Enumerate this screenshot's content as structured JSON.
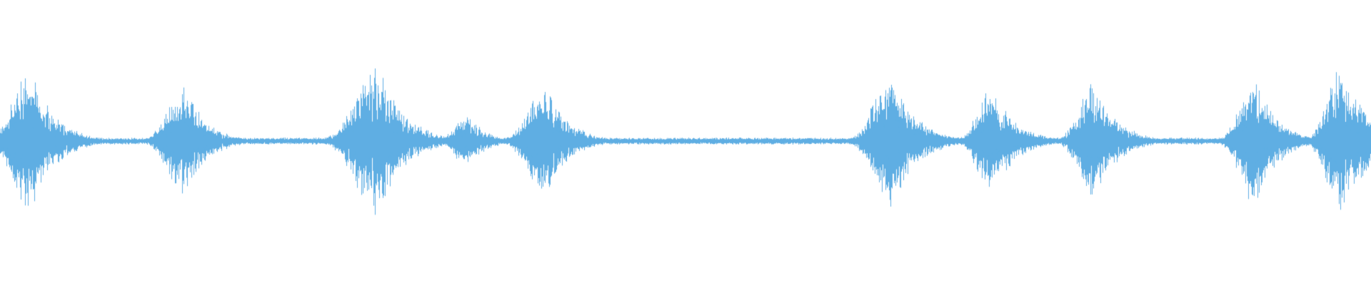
{
  "waveform": {
    "color": "#5faee3",
    "background": "#ffffff",
    "bursts": [
      {
        "center": 0.022,
        "amplitude": 0.52,
        "attack": 0.012,
        "decay": 0.02
      },
      {
        "center": 0.135,
        "amplitude": 0.4,
        "attack": 0.012,
        "decay": 0.018
      },
      {
        "center": 0.275,
        "amplitude": 0.55,
        "attack": 0.015,
        "decay": 0.022
      },
      {
        "center": 0.34,
        "amplitude": 0.2,
        "attack": 0.008,
        "decay": 0.015
      },
      {
        "center": 0.398,
        "amplitude": 0.43,
        "attack": 0.012,
        "decay": 0.018
      },
      {
        "center": 0.65,
        "amplitude": 0.5,
        "attack": 0.012,
        "decay": 0.02
      },
      {
        "center": 0.723,
        "amplitude": 0.38,
        "attack": 0.01,
        "decay": 0.02
      },
      {
        "center": 0.797,
        "amplitude": 0.42,
        "attack": 0.01,
        "decay": 0.02
      },
      {
        "center": 0.915,
        "amplitude": 0.48,
        "attack": 0.01,
        "decay": 0.018
      },
      {
        "center": 0.978,
        "amplitude": 0.53,
        "attack": 0.01,
        "decay": 0.025
      }
    ],
    "noise_floor": 0.018
  }
}
